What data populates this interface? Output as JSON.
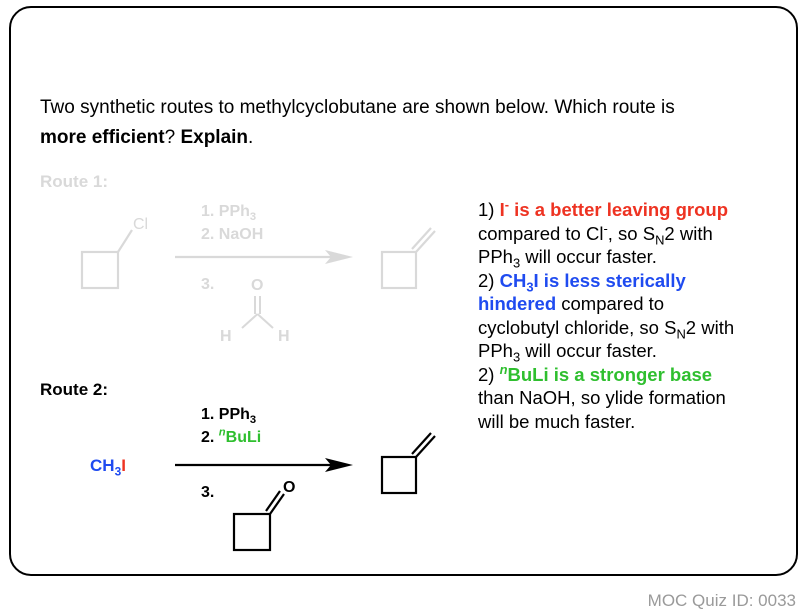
{
  "question": {
    "line1": "Two synthetic routes to methylcyclobutane are shown below. Which route is",
    "bold1": "more efficient",
    "mid": "? ",
    "bold2": "Explain",
    "end": "."
  },
  "route1": {
    "label": "Route 1:",
    "reagent1": "1. PPh",
    "reagent1_sub": "3",
    "reagent2": "2. NaOH",
    "reagent3": "3.",
    "start_substituent": "Cl",
    "aldehyde_o": "O",
    "aldehyde_h_left": "H",
    "aldehyde_h_right": "H"
  },
  "route2": {
    "label": "Route 2:",
    "start_a": "CH",
    "start_sub": "3",
    "start_b": "I",
    "reagent1": "1. PPh",
    "reagent1_sub": "3",
    "reagent2_num": "2. ",
    "reagent2_sup": "n",
    "reagent2_name": "BuLi",
    "reagent3": "3.",
    "ketone_o": "O"
  },
  "explanation": {
    "p1_num": "1) ",
    "p1_hl_a": "I",
    "p1_hl_sup": "-",
    "p1_hl_b": " is a better leaving group",
    "p1_l2a": "compared to Cl",
    "p1_l2sup": "-",
    "p1_l2b": ", so S",
    "p1_l2sub": "N",
    "p1_l2c": "2 with",
    "p1_l3a": "PPh",
    "p1_l3sub": "3",
    "p1_l3b": " will occur faster.",
    "p2_num": "2) ",
    "p2_hl_a": "CH",
    "p2_hl_sub": "3",
    "p2_hl_b": "I is less sterically",
    "p2_l2hl": "hindered",
    "p2_l2b": " compared to",
    "p2_l3a": "cyclobutyl chloride, so S",
    "p2_l3sub": "N",
    "p2_l3b": "2 with",
    "p2_l4a": "PPh",
    "p2_l4sub": "3",
    "p2_l4b": " will occur faster.",
    "p3_num": "2) ",
    "p3_hl_sup": "n",
    "p3_hl_b": "BuLi is a stronger base",
    "p3_l2": "than NaOH, so ylide formation",
    "p3_l3": "will be much faster."
  },
  "footer": {
    "quiz_id": "MOC Quiz ID: 0033"
  },
  "colors": {
    "faded": "#d9d9d9",
    "red": "#ee3322",
    "blue": "#1f4bf0",
    "green": "#2fbf2f",
    "footer": "#9a9a9a"
  }
}
